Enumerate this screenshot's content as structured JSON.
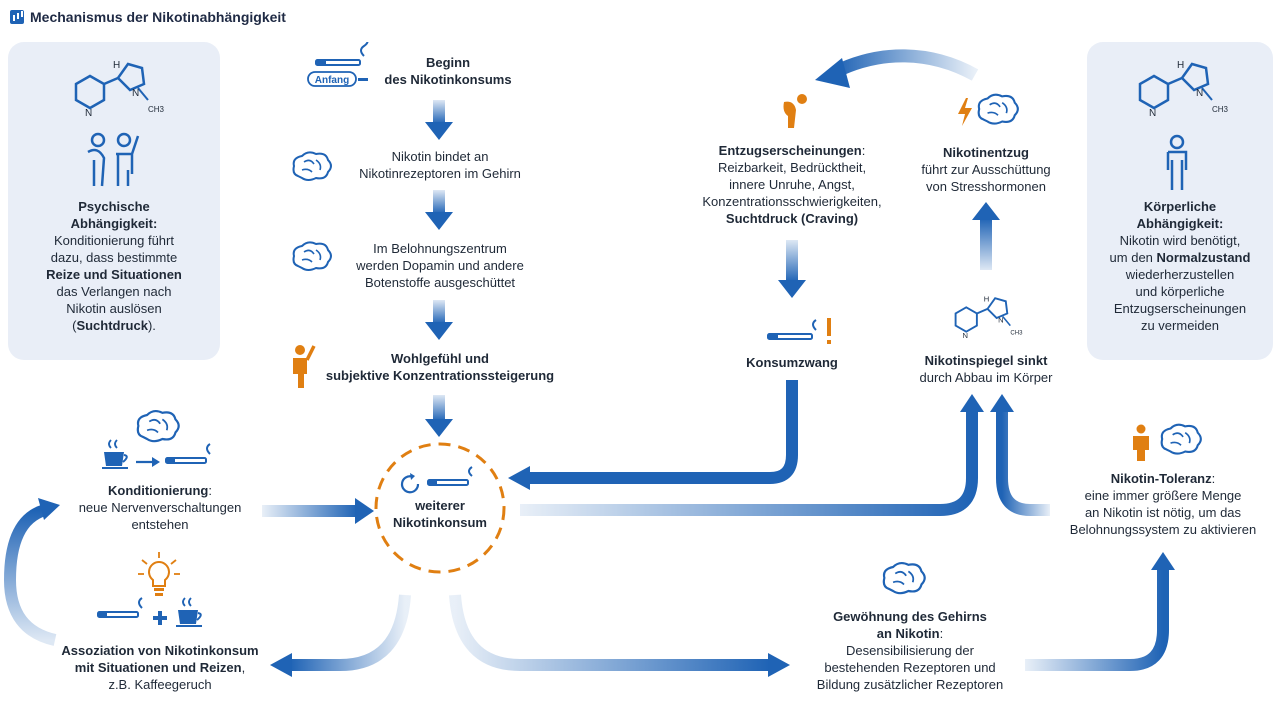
{
  "title": "Mechanismus der Nikotinabhängigkeit",
  "colors": {
    "blue": "#1f63b5",
    "orange": "#e07f12",
    "dark": "#1f2937",
    "panel": "#e9eef7"
  },
  "nicotine_formula": {
    "h": "H",
    "n": "N",
    "ch3": "CH3"
  },
  "cigarette_label": "Anfang",
  "nodes": {
    "start": {
      "line1": "Beginn",
      "line2": "des Nikotinkonsums"
    },
    "binds": {
      "line1": "Nikotin bindet an",
      "line2": "Nikotinrezeptoren im Gehirn"
    },
    "reward": {
      "line1": "Im Belohnungszentrum",
      "line2": "werden Dopamin und andere",
      "line3": "Botenstoffe ausgeschüttet"
    },
    "wellbeing": {
      "line1": "Wohlgefühl und",
      "line2": "subjektive Konzentrationssteigerung"
    },
    "further": {
      "line1": "weiterer",
      "line2": "Nikotinkonsum"
    },
    "withdrawal_symptoms": {
      "head": "Entzugserscheinungen",
      "colon": ":",
      "line1": "Reizbarkeit, Bedrücktheit,",
      "line2": "innere Unruhe, Angst,",
      "line3": "Konzentrationsschwierigkeiten,",
      "line4": "Suchtdruck (Craving)"
    },
    "withdrawal": {
      "head": "Nikotinentzug",
      "line1": "führt zur Ausschüttung",
      "line2": "von Stresshormonen"
    },
    "compulsion": {
      "head": "Konsumzwang"
    },
    "level": {
      "head": "Nikotinspiegel sinkt",
      "line1": "durch Abbau im Körper"
    },
    "conditioning": {
      "head": "Konditionierung",
      "colon": ":",
      "line1": "neue Nervenverschaltungen",
      "line2": "entstehen"
    },
    "association": {
      "line1": "Assoziation von Nikotinkonsum",
      "line2a": "mit Situationen und Reizen",
      "line2b": ",",
      "line3": "z.B. Kaffeegeruch"
    },
    "habituation": {
      "line1": "Gewöhnung des Gehirns",
      "line2a": "an Nikotin",
      "line2b": ":",
      "line3": "Desensibilisierung der",
      "line4": "bestehenden Rezeptoren und",
      "line5": "Bildung zusätzlicher Rezeptoren"
    },
    "tolerance": {
      "head": "Nikotin-Toleranz",
      "colon": ":",
      "line1": "eine immer größere Menge",
      "line2": "an Nikotin ist nötig, um das",
      "line3": "Belohnungssystem zu aktivieren"
    }
  },
  "panels": {
    "psychic": {
      "head1": "Psychische",
      "head2": "Abhängigkeit:",
      "l1": "Konditionierung führt",
      "l2": "dazu, dass bestimmte",
      "l3": "Reize und Situationen",
      "l4": "das Verlangen nach",
      "l5": "Nikotin auslösen",
      "l6a": "(",
      "l6b": "Suchtdruck",
      "l6c": ")."
    },
    "physical": {
      "head1": "Körperliche",
      "head2": "Abhängigkeit:",
      "l1": "Nikotin wird benötigt,",
      "l2a": "um den ",
      "l2b": "Normalzustand",
      "l3": "wiederherzustellen",
      "l4": "und körperliche",
      "l5": "Entzugserscheinungen",
      "l6": "zu vermeiden"
    }
  },
  "icons": [
    "nicotine-molecule-icon",
    "people-icon",
    "person-icon",
    "brain-icon",
    "cigarette-icon",
    "coffee-cup-icon",
    "lightbulb-icon",
    "lightning-icon",
    "exclamation-icon",
    "recycle-icon"
  ]
}
